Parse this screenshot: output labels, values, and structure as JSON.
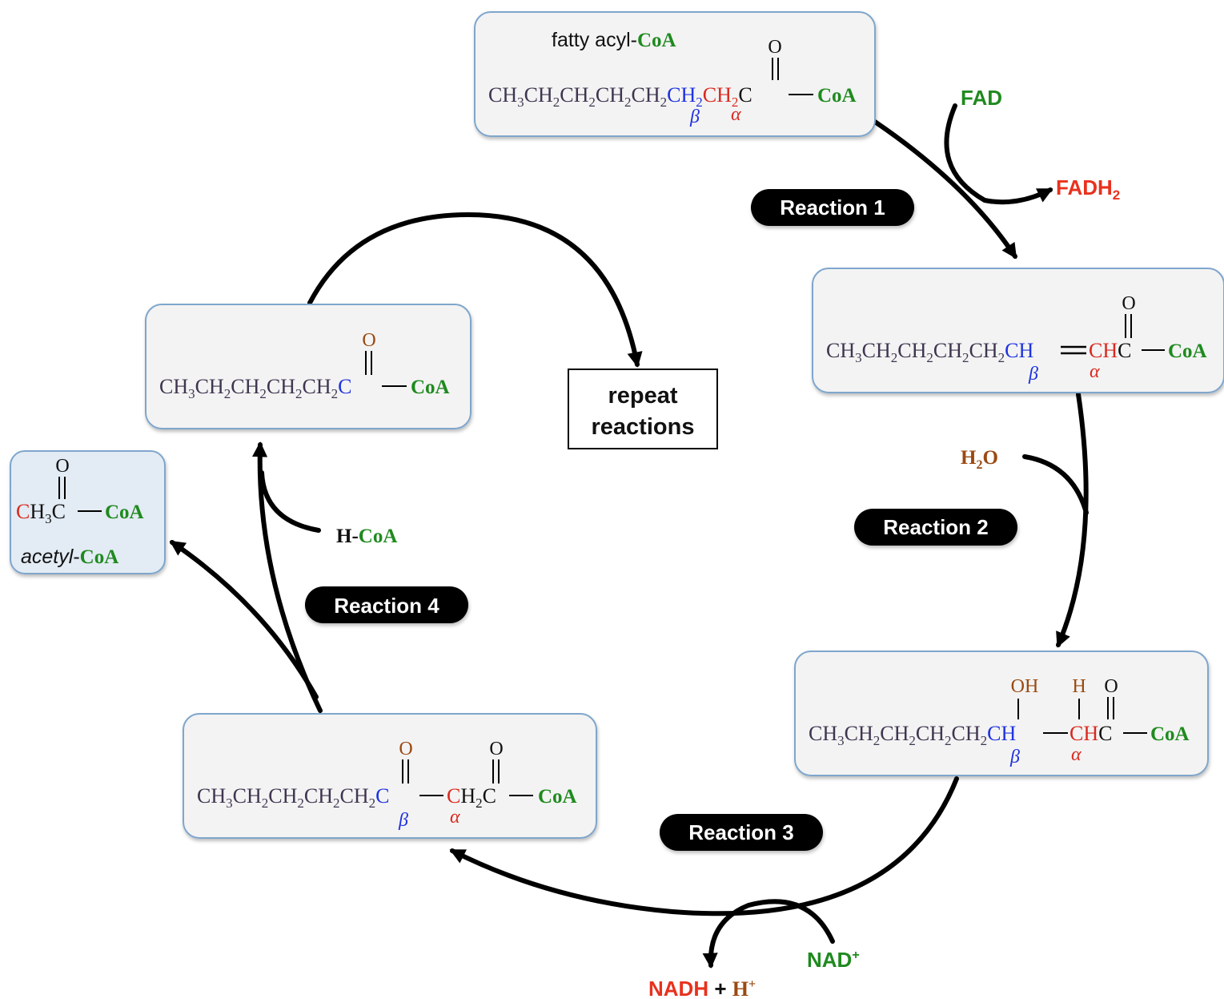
{
  "colors": {
    "chain": "#3f3550",
    "beta_carbon": "#1f33e0",
    "alpha_carbon": "#d9291f",
    "coa": "#1f8a1f",
    "water_oxygen": "#9a4a12",
    "reduced_cofactor": "#e8321e",
    "box_fill": "#f3f3f3",
    "acetyl_box_fill": "#e3ebf4",
    "box_border": "#7fa6cc",
    "pill_fill": "#000000"
  },
  "reactions": {
    "r1": "Reaction 1",
    "r2": "Reaction 2",
    "r3": "Reaction 3",
    "r4": "Reaction 4"
  },
  "cofactors": {
    "fad": "FAD",
    "fadh2_main": "FADH",
    "fadh2_sub": "2",
    "water_h": "H",
    "water_sub": "2",
    "water_o": "O",
    "nad_main": "NAD",
    "nad_sup": "+",
    "nadh": "NADH",
    "plus": " + ",
    "proton": "H",
    "proton_sup": "+",
    "hcoa_h": "H-",
    "hcoa_coa": "CoA"
  },
  "repeat": {
    "line1": "repeat",
    "line2": "reactions"
  },
  "glyphs": {
    "alpha": "α",
    "beta": "β",
    "oxygen": "O",
    "hydroxyl": "OH",
    "hydrogen": "H",
    "coa": "CoA"
  },
  "molecules": {
    "fatty_acyl": {
      "title_prefix": "fatty acyl-",
      "title_coa": "CoA",
      "chain": "CH3CH2CH2CH2CH2",
      "beta": "CH2",
      "alpha": "CH2",
      "carbonyl": "C"
    },
    "enoyl": {
      "chain": "CH3CH2CH2CH2CH2",
      "beta": "CH",
      "alpha": "CH",
      "carbonyl": "C"
    },
    "hydroxyacyl": {
      "chain": "CH3CH2CH2CH2CH2",
      "beta": "CH",
      "alpha": "CH",
      "carbonyl": "C"
    },
    "ketoacyl": {
      "chain": "CH3CH2CH2CH2CH2",
      "beta": "C",
      "alpha_c": "C",
      "alpha_rest": "H2",
      "carbonyl": "C"
    },
    "shortened_acyl": {
      "chain": "CH3CH2CH2CH2CH2",
      "carbonyl": "C"
    },
    "acetyl": {
      "methyl_c": "C",
      "methyl_rest": "H3C",
      "name_italic": "acetyl",
      "name_dash": "-",
      "name_coa": "CoA"
    }
  }
}
